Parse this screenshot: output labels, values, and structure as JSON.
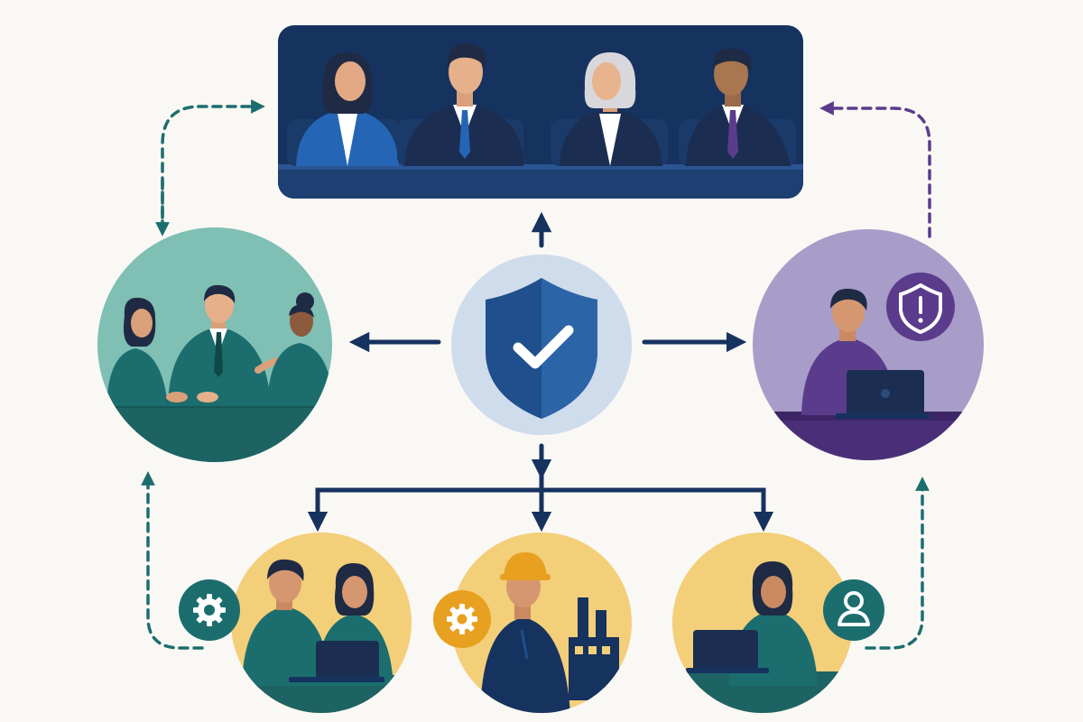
{
  "diagram": {
    "center": {
      "icon": "shield-check-icon"
    },
    "top_panel": {
      "name": "board-of-directors",
      "members": 4
    },
    "left_node": {
      "name": "management-team",
      "members": 3
    },
    "right_node": {
      "name": "compliance-officer",
      "icon": "shield-alert-icon"
    },
    "bottom_nodes": [
      {
        "name": "operations-team",
        "badge_icon": "gear-icon"
      },
      {
        "name": "field-worker",
        "badge_icon": "gear-icon"
      },
      {
        "name": "employee",
        "badge_icon": "user-icon"
      }
    ],
    "colors": {
      "navy": "#16325f",
      "navy_light": "#1f4f8c",
      "teal": "#1c6e6e",
      "teal_light": "#7fbfb4",
      "purple": "#5b3c8c",
      "purple_light": "#a89cc8",
      "amber": "#f3cf7a",
      "orange": "#e8a020",
      "background": "#faf8f4",
      "center_circle": "#cfdcec"
    }
  }
}
